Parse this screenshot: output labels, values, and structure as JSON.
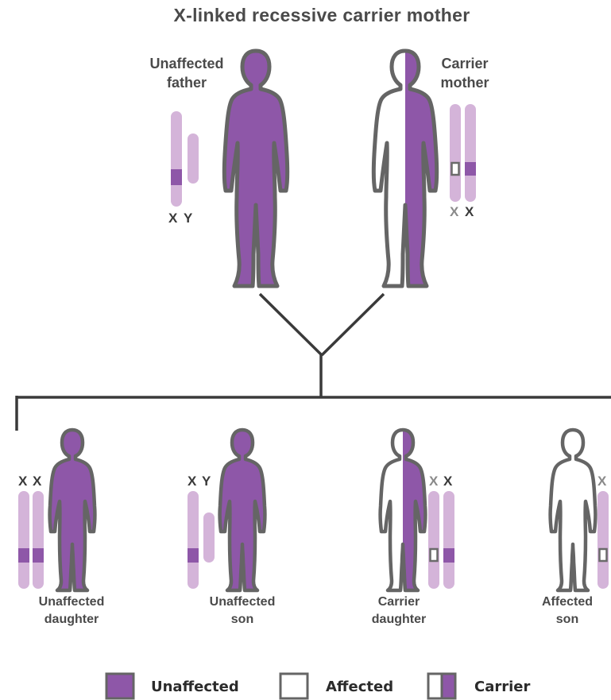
{
  "title": "X-linked recessive carrier mother",
  "colors": {
    "affected_fill": "#ffffff",
    "unaffected_fill": "#8e57a8",
    "chromosome_light": "#d4b4d9",
    "chromosome_mark": "#8e57a8",
    "outline": "#656565",
    "text": "#4a4a4a"
  },
  "parents": {
    "father": {
      "label_line1": "Unaffected",
      "label_line2": "father",
      "chrom_x": "X",
      "chrom_y": "Y"
    },
    "mother": {
      "label_line1": "Carrier",
      "label_line2": "mother",
      "chrom_x1": "X",
      "chrom_x2": "X"
    }
  },
  "children": [
    {
      "label_line1": "Unaffected",
      "label_line2": "daughter",
      "chrom1": "X",
      "chrom2": "X"
    },
    {
      "label_line1": "Unaffected",
      "label_line2": "son",
      "chrom1": "X",
      "chrom2": "Y"
    },
    {
      "label_line1": "Carrier",
      "label_line2": "daughter",
      "chrom1": "X",
      "chrom2": "X"
    },
    {
      "label_line1": "Affected",
      "label_line2": "son",
      "chrom1": "X"
    }
  ],
  "legend": {
    "unaffected": "Unaffected",
    "affected": "Affected",
    "carrier": "Carrier"
  }
}
